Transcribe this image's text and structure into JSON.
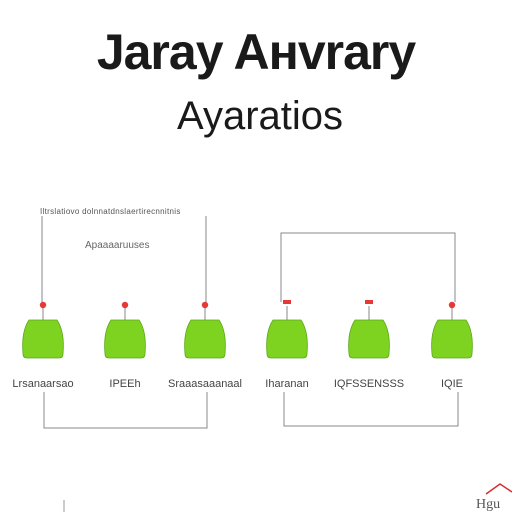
{
  "title": "Jaray Aнvrary",
  "subtitle": "Ayaratios",
  "header_caption": "Iltrslatiovo dolnnatdnslaertirecnnitnis",
  "sub_caption": "Apaaaaruuses",
  "nodes": [
    {
      "label": "Lrsanaarsao",
      "indicator": "dot"
    },
    {
      "label": "IPEEh",
      "indicator": "dot"
    },
    {
      "label": "Sraaasaaanaal",
      "indicator": "dot"
    },
    {
      "label": "Iharanan",
      "indicator": "bar"
    },
    {
      "label": "IQFSSENSSS",
      "indicator": "bar"
    },
    {
      "label": "IQIE",
      "indicator": "dot"
    }
  ],
  "corner_text": "Hgu",
  "colors": {
    "node_fill": "#7ed321",
    "node_stroke": "#5da818",
    "indicator": "#e53935",
    "line": "#8a8a8a",
    "text": "#1a1a1a",
    "corner_accent": "#d32f2f"
  }
}
